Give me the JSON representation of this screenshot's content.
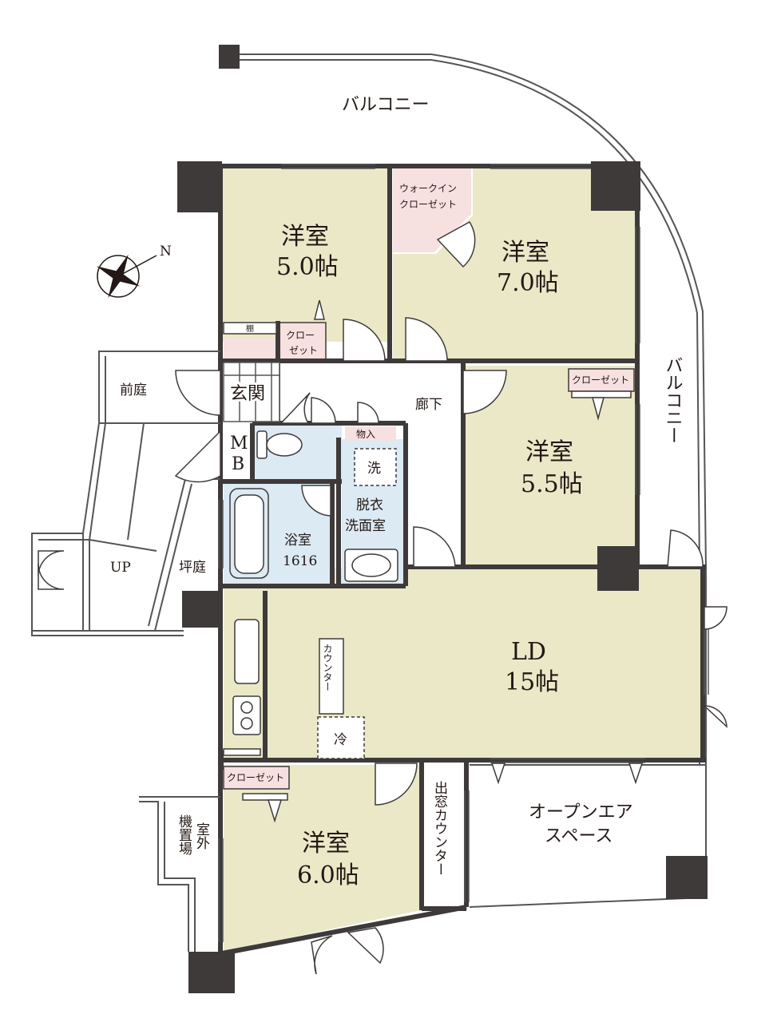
{
  "rooms": {
    "balcony_top": "バルコニー",
    "balcony_side": "バルコニー",
    "western1_name": "洋室",
    "western1_size": "5.0帖",
    "walkin_line1": "ウォークイン",
    "walkin_line2": "クローゼット",
    "western2_name": "洋室",
    "western2_size": "7.0帖",
    "shelf": "棚",
    "closet_small_line1": "クロー",
    "closet_small_line2": "ゼット",
    "front_garden": "前庭",
    "entrance": "玄関",
    "hallway": "廊下",
    "closet_55": "クローゼット",
    "western3_name": "洋室",
    "western3_size": "5.5帖",
    "mb_line1": "M",
    "mb_line2": "B",
    "storage": "物入",
    "washer_mark": "洗",
    "dressing_line1": "脱衣",
    "dressing_line2": "洗面室",
    "bath_name": "浴室",
    "bath_size": "1616",
    "up": "UP",
    "courtyard": "坪庭",
    "ld_name": "LD",
    "ld_size": "15帖",
    "counter": "カウンター",
    "fridge_mark": "冷",
    "closet_60": "クローゼット",
    "bay_counter": "出窓カウンター",
    "open_air_line1": "オープンエア",
    "open_air_line2": "スペース",
    "outdoor_unit_col1": "室外",
    "outdoor_unit_col2": "機置場",
    "western4_name": "洋室",
    "western4_size": "6.0帖",
    "compass_n": "N"
  },
  "colors": {
    "room_fill": "#ebe8c8",
    "wet_fill": "#dceaf4",
    "closet_fill": "#f7e0e0",
    "wall": "#3e3a39",
    "line": "#555555"
  }
}
